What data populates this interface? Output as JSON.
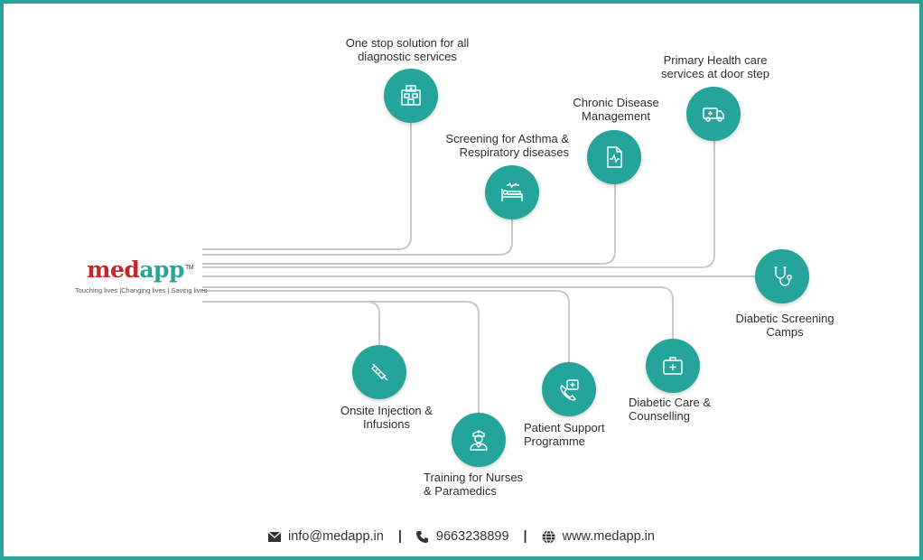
{
  "brand": {
    "logo_part1": "med",
    "logo_part2": "app",
    "trademark": "TM",
    "tagline": "Touching lives  |Changing lives  | Saving lives"
  },
  "services": {
    "diagnostic": {
      "line1": "One stop solution for all",
      "line2": "diagnostic services",
      "icon": "hospital-icon"
    },
    "primary_care": {
      "line1": "Primary Health care",
      "line2": "services at door step",
      "icon": "ambulance-icon"
    },
    "chronic": {
      "line1": "Chronic Disease",
      "line2": "Management",
      "icon": "heartbeat-document-icon"
    },
    "asthma": {
      "line1": "Screening for Asthma &",
      "line2": "Respiratory diseases",
      "icon": "patient-bed-icon"
    },
    "diabetic_screening": {
      "line1": "Diabetic Screening",
      "line2": "Camps",
      "icon": "stethoscope-icon"
    },
    "injection": {
      "line1": "Onsite Injection &",
      "line2": "Infusions",
      "icon": "syringe-icon"
    },
    "training": {
      "line1": "Training for Nurses",
      "line2": "& Paramedics",
      "icon": "nurse-icon"
    },
    "patient_support": {
      "line1": "Patient Support",
      "line2": "Programme",
      "icon": "phone-support-icon"
    },
    "diabetic_care": {
      "line1": "Diabetic Care &",
      "line2": "Counselling",
      "icon": "medical-kit-icon"
    }
  },
  "footer": {
    "email": "info@medapp.in",
    "phone": "9663238899",
    "website": "www.medapp.in",
    "separator": "|"
  },
  "colors": {
    "accent": "#24a49a",
    "brand_red": "#c4262e",
    "line": "#c8c8c8"
  }
}
